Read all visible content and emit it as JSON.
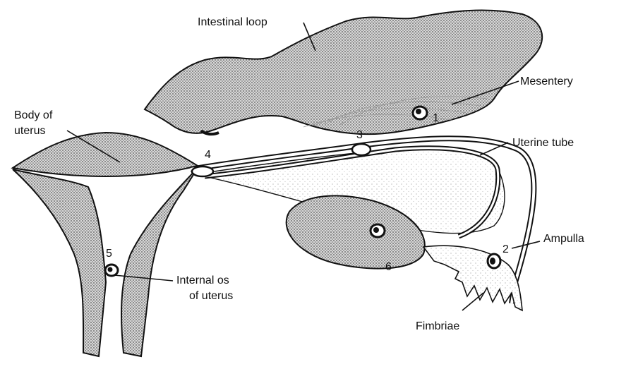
{
  "labels": {
    "intestinal_loop": "Intestinal loop",
    "mesentery": "Mesentery",
    "body_of_uterus_line1": "Body of",
    "body_of_uterus_line2": "uterus",
    "uterine_tube": "Uterine tube",
    "ampulla": "Ampulla",
    "internal_os_line1": "Internal os",
    "internal_os_line2": "of uterus",
    "fimbriae": "Fimbriae"
  },
  "markers": [
    "1",
    "2",
    "3",
    "4",
    "5",
    "6"
  ],
  "colors": {
    "ink": "#111111",
    "stipple": "#9a9a9a",
    "background": "#ffffff"
  }
}
